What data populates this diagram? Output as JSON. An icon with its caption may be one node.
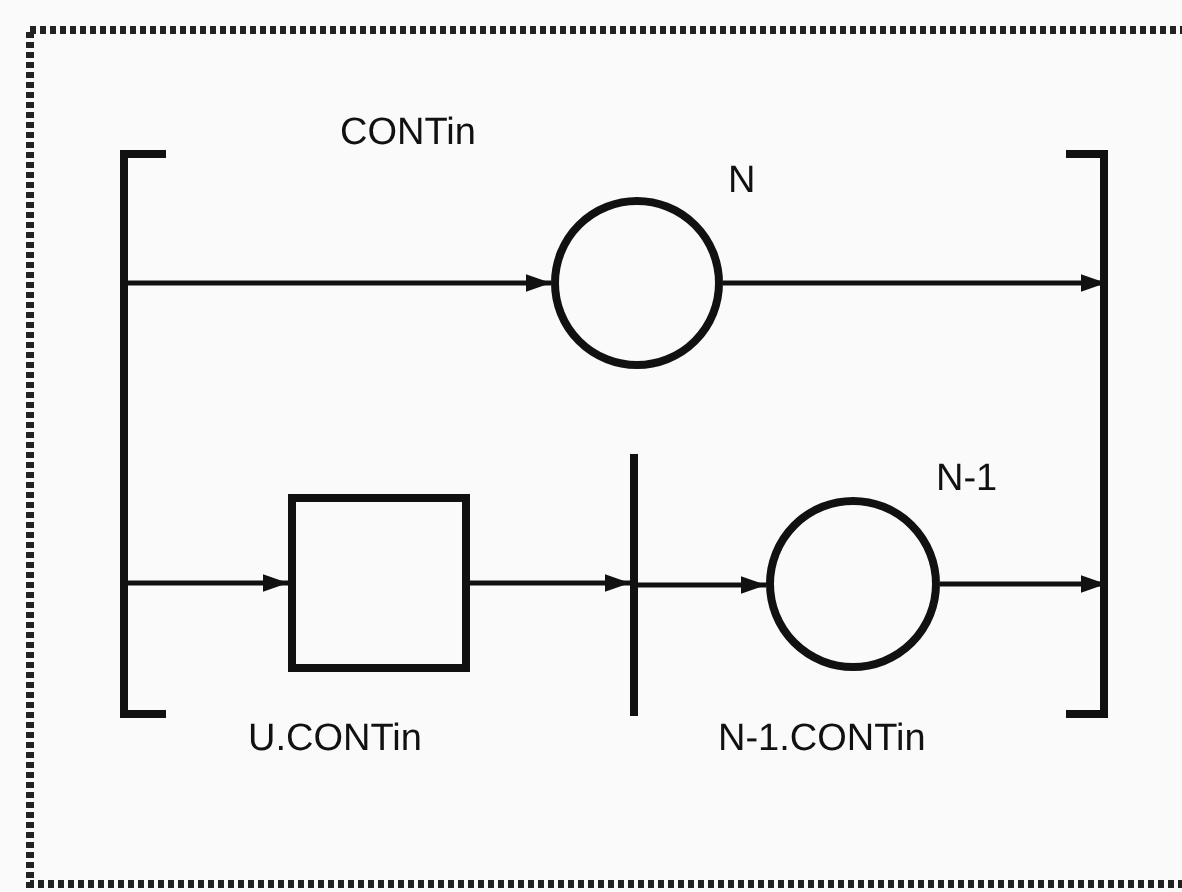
{
  "diagram": {
    "nodes": [
      {
        "text": [],
        "shape": "bar"
      },
      {
        "text": [],
        "shape": "circle",
        "beside": [
          "N"
        ]
      },
      {
        "text": [],
        "shape": "bar"
      },
      {
        "text": [],
        "shape": "box",
        "beside": [
          "U.CONTin"
        ]
      },
      {
        "text": [],
        "shape": "bar"
      },
      {
        "text": [],
        "shape": "circle",
        "beside": [
          "N-1",
          "N-1.CONTin"
        ]
      }
    ],
    "edges": [
      {
        "from": 0,
        "to": 1,
        "arrow": "to"
      },
      {
        "from": 1,
        "to": 2,
        "arrow": "to"
      },
      {
        "from": 0,
        "to": 3,
        "arrow": "to"
      },
      {
        "from": 3,
        "to": 4,
        "arrow": "to"
      },
      {
        "from": 4,
        "to": 5,
        "arrow": "to"
      },
      {
        "from": 5,
        "to": 2,
        "arrow": "to"
      }
    ],
    "labels": [
      "CONTin"
    ]
  }
}
